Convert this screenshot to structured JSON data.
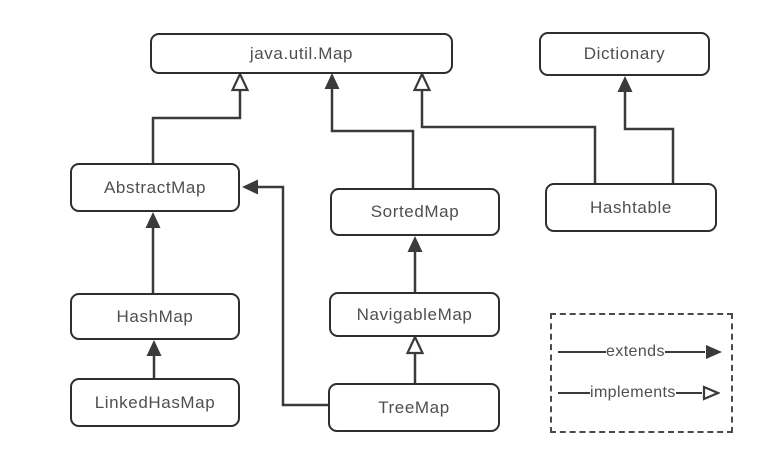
{
  "diagram": {
    "nodes": [
      {
        "id": "java-util-map",
        "label": "java.util.Map"
      },
      {
        "id": "dictionary",
        "label": "Dictionary"
      },
      {
        "id": "abstract-map",
        "label": "AbstractMap"
      },
      {
        "id": "sorted-map",
        "label": "SortedMap"
      },
      {
        "id": "hashtable",
        "label": "Hashtable"
      },
      {
        "id": "hash-map",
        "label": "HashMap"
      },
      {
        "id": "navigable-map",
        "label": "NavigableMap"
      },
      {
        "id": "linked-has-map",
        "label": "LinkedHasMap"
      },
      {
        "id": "tree-map",
        "label": "TreeMap"
      }
    ],
    "edges": [
      {
        "from": "AbstractMap",
        "to": "java.util.Map",
        "relation": "implements"
      },
      {
        "from": "SortedMap",
        "to": "java.util.Map",
        "relation": "extends"
      },
      {
        "from": "Hashtable",
        "to": "java.util.Map",
        "relation": "implements"
      },
      {
        "from": "Hashtable",
        "to": "Dictionary",
        "relation": "extends"
      },
      {
        "from": "HashMap",
        "to": "AbstractMap",
        "relation": "extends"
      },
      {
        "from": "LinkedHasMap",
        "to": "HashMap",
        "relation": "extends"
      },
      {
        "from": "NavigableMap",
        "to": "SortedMap",
        "relation": "extends"
      },
      {
        "from": "TreeMap",
        "to": "NavigableMap",
        "relation": "implements"
      },
      {
        "from": "TreeMap",
        "to": "AbstractMap",
        "relation": "extends"
      }
    ],
    "legend": {
      "extends_label": "extends",
      "implements_label": "implements"
    },
    "colors": {
      "line": "#3a3a3a",
      "box_border": "#2e2e2e",
      "text": "#4f4f4f",
      "background": "#ffffff"
    }
  }
}
